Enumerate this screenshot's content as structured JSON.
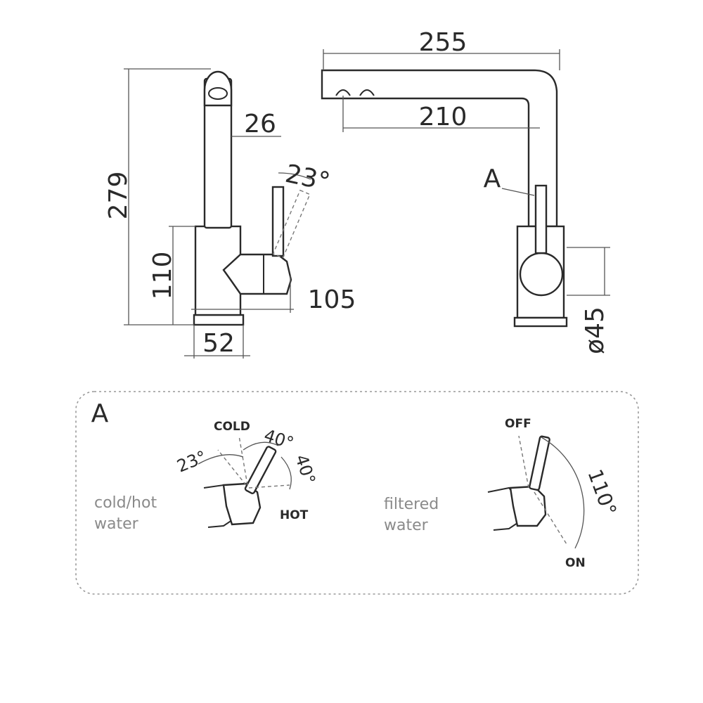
{
  "dimensions": {
    "overall_height": "279",
    "base_height": "110",
    "spout_diameter": "26",
    "lever_angle": "23°",
    "lever_reach": "105",
    "base_width": "52",
    "spout_reach": "255",
    "filter_reach": "210",
    "detail_marker": "A",
    "base_diameter": "ø45"
  },
  "detail": {
    "title": "A",
    "left": {
      "caption_line1": "cold/hot",
      "caption_line2": "water",
      "label_cold": "COLD",
      "label_hot": "HOT",
      "angle_tilt": "23°",
      "angle_cold": "40°",
      "angle_hot": "40°"
    },
    "right": {
      "caption_line1": "filtered",
      "caption_line2": "water",
      "label_off": "OFF",
      "label_on": "ON",
      "angle_swing": "110°"
    }
  }
}
